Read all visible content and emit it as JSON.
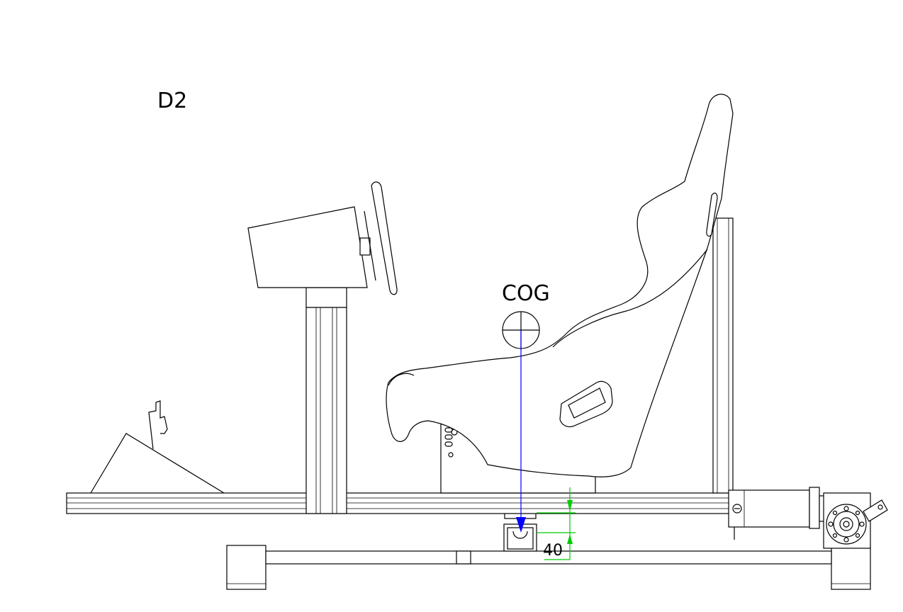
{
  "drawing": {
    "view_label": "D2",
    "cog_label": "COG",
    "dimension_value": "40",
    "colors": {
      "lines": "#000000",
      "cog_arrow": "#0000ff",
      "dimension": "#00cc00",
      "background": "#ffffff"
    }
  }
}
